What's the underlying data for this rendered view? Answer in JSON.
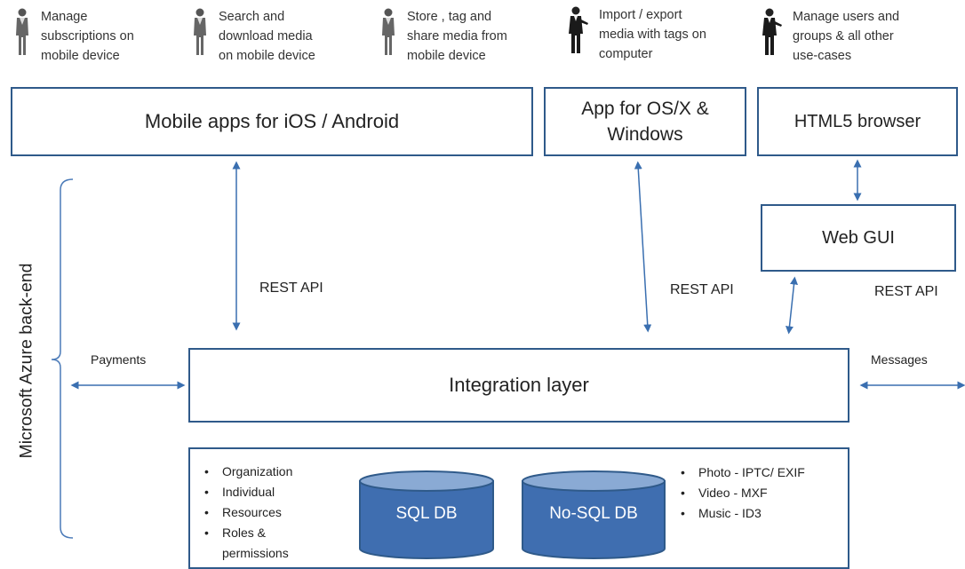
{
  "personas": [
    {
      "id": "p1",
      "icon": "businesswoman-icon",
      "text": "Manage\nsubscriptions on\nmobile device"
    },
    {
      "id": "p2",
      "icon": "businesswoman-icon",
      "text": "Search and\ndownload media\non mobile device"
    },
    {
      "id": "p3",
      "icon": "businesswoman-icon",
      "text": "Store , tag and\nshare media from\nmobile device"
    },
    {
      "id": "p4",
      "icon": "businessman-icon",
      "text": "Import / export\nmedia with tags on\ncomputer"
    },
    {
      "id": "p5",
      "icon": "businessman-icon",
      "text": "Manage users and\ngroups & all other\nuse-cases"
    }
  ],
  "boxes": {
    "mobile_apps": "Mobile apps for iOS / Android",
    "desktop_app": "App for OS/X &\nWindows",
    "html5": "HTML5 browser",
    "web_gui": "Web GUI",
    "integration": "Integration layer"
  },
  "labels": {
    "rest_api_1": "REST API",
    "rest_api_2": "REST API",
    "rest_api_3": "REST API",
    "payments": "Payments",
    "messages": "Messages",
    "backend": "Microsoft Azure back-end"
  },
  "entities": [
    "Organization",
    "Individual",
    "Resources",
    "Roles &\npermissions"
  ],
  "databases": {
    "sql": "SQL DB",
    "nosql": "No-SQL DB"
  },
  "metadata": [
    "Photo  - IPTC/ EXIF",
    "Video - MXF",
    "Music - ID3"
  ],
  "colors": {
    "border": "#2f5a8a",
    "db_fill": "#3f6eb0",
    "db_top": "#8aaad4",
    "arrow": "#3a6fb0"
  }
}
